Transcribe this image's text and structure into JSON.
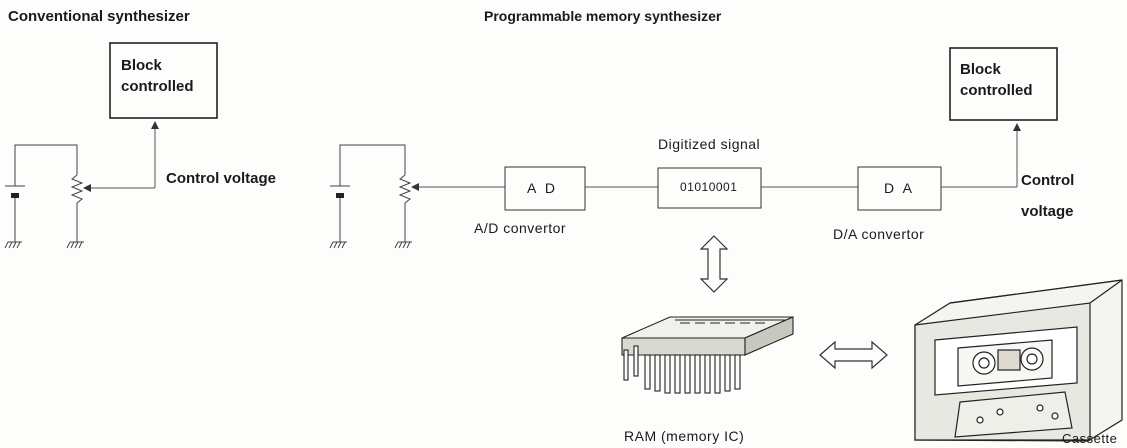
{
  "conventional": {
    "heading": "Conventional synthesizer",
    "block_line1": "Block",
    "block_line2": "controlled",
    "control_voltage": "Control voltage"
  },
  "programmable": {
    "heading": "Programmable memory synthesizer",
    "ad_box": "A  D",
    "ad_label": "A/D convertor",
    "digitized_label": "Digitized signal",
    "digitized_value": "01010001",
    "da_box": "D  A",
    "da_label": "D/A convertor",
    "block_line1": "Block",
    "block_line2": "controlled",
    "control_line1": "Control",
    "control_line2": "voltage",
    "ram_label": "RAM (memory IC)",
    "cassette_label": "Cassette"
  }
}
